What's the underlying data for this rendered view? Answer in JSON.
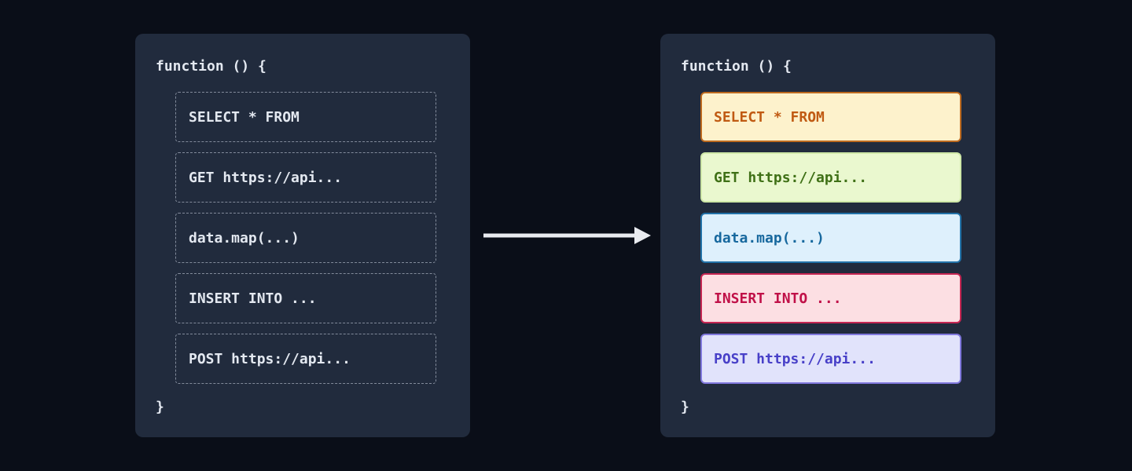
{
  "theme": {
    "page_bg": "#0a0e18",
    "panel_bg": "#212b3d",
    "panel_text": "#e3e8f0",
    "dashed_border": "#828b9b",
    "arrow_color": "#e9ebf0"
  },
  "left_panel": {
    "title": "function () {",
    "closing_brace": "}",
    "items": [
      {
        "label": "SELECT * FROM"
      },
      {
        "label": "GET https://api..."
      },
      {
        "label": "data.map(...)"
      },
      {
        "label": "INSERT INTO ..."
      },
      {
        "label": "POST https://api..."
      }
    ]
  },
  "right_panel": {
    "title": "function () {",
    "closing_brace": "}",
    "items": [
      {
        "label": "SELECT * FROM",
        "bg": "#fdf2cc",
        "border": "#bd6a1f",
        "color": "#c05a12"
      },
      {
        "label": "GET https://api...",
        "bg": "#eaf8cf",
        "border": "#cfe8a8",
        "color": "#3f7016"
      },
      {
        "label": "data.map(...)",
        "bg": "#def0fc",
        "border": "#2272a8",
        "color": "#17689e"
      },
      {
        "label": "INSERT INTO ...",
        "bg": "#fcdfe3",
        "border": "#c52552",
        "color": "#c01048"
      },
      {
        "label": "POST https://api...",
        "bg": "#e1e3fb",
        "border": "#8078dd",
        "color": "#4840c8"
      }
    ]
  }
}
